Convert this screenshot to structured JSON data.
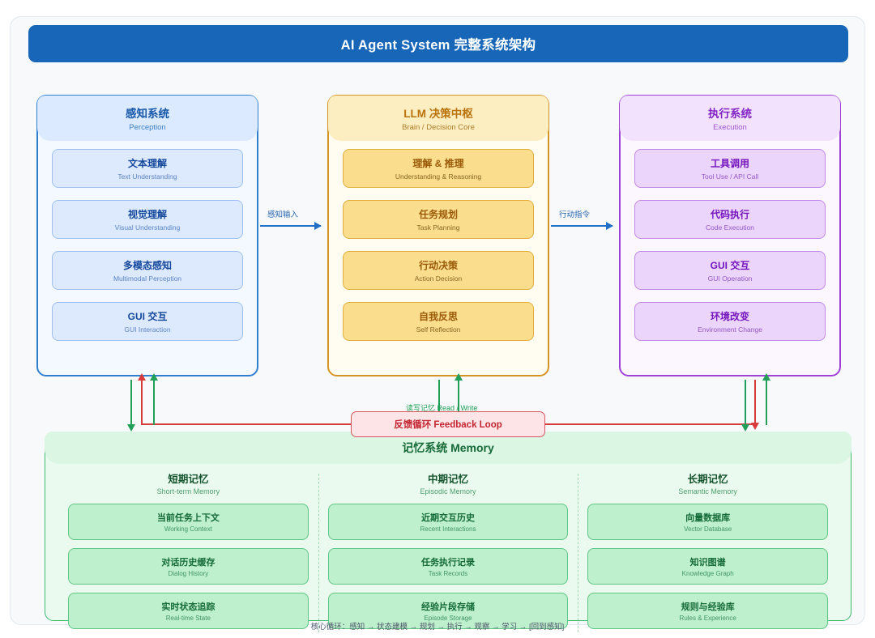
{
  "header": {
    "title": "AI Agent System  完整系统架构"
  },
  "columns": [
    {
      "key": "perception",
      "title_zh": "感知系统",
      "title_en": "Perception",
      "items": [
        {
          "zh": "文本理解",
          "en": "Text Understanding"
        },
        {
          "zh": "视觉理解",
          "en": "Visual Understanding"
        },
        {
          "zh": "多模态感知",
          "en": "Multimodal Perception"
        },
        {
          "zh": "GUI 交互",
          "en": "GUI Interaction"
        }
      ]
    },
    {
      "key": "llm",
      "title_zh": "LLM 决策中枢",
      "title_en": "Brain / Decision Core",
      "items": [
        {
          "zh": "理解 & 推理",
          "en": "Understanding & Reasoning"
        },
        {
          "zh": "任务规划",
          "en": "Task Planning"
        },
        {
          "zh": "行动决策",
          "en": "Action Decision"
        },
        {
          "zh": "自我反思",
          "en": "Self Reflection"
        }
      ]
    },
    {
      "key": "execution",
      "title_zh": "执行系统",
      "title_en": "Execution",
      "items": [
        {
          "zh": "工具调用",
          "en": "Tool Use / API Call"
        },
        {
          "zh": "代码执行",
          "en": "Code Execution"
        },
        {
          "zh": "GUI 交互",
          "en": "GUI Operation"
        },
        {
          "zh": "环境改变",
          "en": "Environment Change"
        }
      ]
    }
  ],
  "flow": {
    "left_arrow_label": "感知输入",
    "right_arrow_label": "行动指令"
  },
  "feedback": {
    "label": "反馈循环  Feedback Loop",
    "read_write_label": "读写记忆 Read / Write"
  },
  "memory": {
    "title": "记忆系统 Memory",
    "columns": [
      {
        "title_zh": "短期记忆",
        "title_en": "Short-term Memory",
        "items": [
          {
            "zh": "当前任务上下文",
            "en": "Working Context"
          },
          {
            "zh": "对话历史缓存",
            "en": "Dialog History"
          },
          {
            "zh": "实时状态追踪",
            "en": "Real-time State"
          }
        ]
      },
      {
        "title_zh": "中期记忆",
        "title_en": "Episodic Memory",
        "items": [
          {
            "zh": "近期交互历史",
            "en": "Recent Interactions"
          },
          {
            "zh": "任务执行记录",
            "en": "Task Records"
          },
          {
            "zh": "经验片段存储",
            "en": "Episode Storage"
          }
        ]
      },
      {
        "title_zh": "长期记忆",
        "title_en": "Semantic Memory",
        "items": [
          {
            "zh": "向量数据库",
            "en": "Vector Database"
          },
          {
            "zh": "知识图谱",
            "en": "Knowledge Graph"
          },
          {
            "zh": "规则与经验库",
            "en": "Rules & Experience"
          }
        ]
      }
    ]
  },
  "caption": "核心循环：感知 → 状态建模 → 规划 → 执行 → 观察 → 学习 → [回到感知]",
  "colors": {
    "title_bar": "#1766b8",
    "perception": "#2f7fd1",
    "llm": "#d79321",
    "execution": "#9e41d6",
    "memory": "#3fbb72",
    "feedback": "#db5560",
    "read_write": "#22a05a"
  }
}
